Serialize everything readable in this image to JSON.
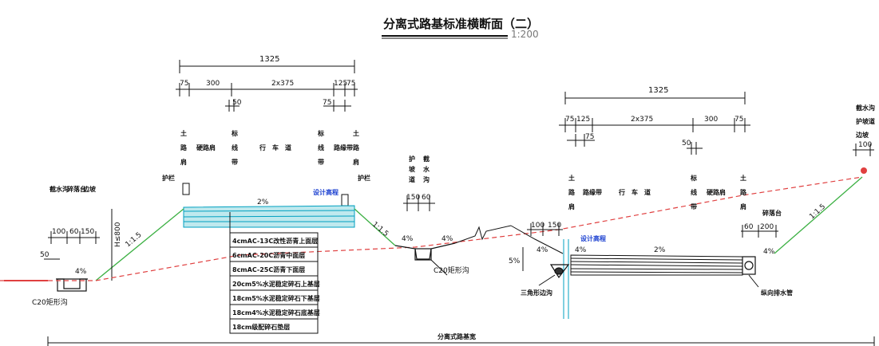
{
  "title": "分离式路基标准横断面（二）",
  "scale": "1:200",
  "colors": {
    "ground_line": "#e04040",
    "slope_line": "#3cb043",
    "pavement_fill": "#bfe9ee",
    "pavement_line": "#00a0c0",
    "blue_label": "#1a3fd0",
    "line": "#111111"
  },
  "left": {
    "total_width": "1325",
    "dims_top": [
      "75",
      "300",
      "2x375",
      "125",
      "75"
    ],
    "dim_50": "50",
    "dim_75b": "75",
    "zone_labels": {
      "shoulder_l": "土\n路\n肩",
      "hard_shoulder": "硬路肩",
      "stripe_l": "标\n线\n带",
      "lanes": "行　车　道",
      "stripe_r": "标\n线\n带",
      "marker": "路缘带",
      "shoulder_r": "土\n路\n肩"
    },
    "guardrail_left": "护栏",
    "guardrail_right": "护栏",
    "design_elev": "设计高程",
    "crossfall": "2%",
    "slope_left": "1:1.5",
    "slope_right": "1:1.5",
    "ditch_labels": [
      "截水沟",
      "碎落台",
      "边坡"
    ],
    "ditch_dims": [
      "100",
      "60",
      "150"
    ],
    "ditch_50": "50",
    "ditch_4pct": "4%",
    "ditch_height": "H≤800",
    "ditch_name": "C20矩形沟",
    "pavement_layers": [
      "4cmAC-13C改性沥青上面层",
      "6cmAC-20C沥青中面层",
      "8cmAC-25C沥青下面层",
      "20cm5%水泥稳定碎石上基层",
      "18cm5%水泥稳定碎石下基层",
      "18cm4%水泥稳定碎石底基层",
      "18cm级配碎石垫层"
    ]
  },
  "middle": {
    "labels": [
      "护",
      "坡",
      "道",
      "截",
      "水",
      "沟"
    ],
    "dims": [
      "150",
      "60"
    ],
    "slope_a": "4%",
    "slope_b": "4%",
    "ditch_name": "C20矩形沟"
  },
  "right": {
    "total_width": "1325",
    "dims_top": [
      "75",
      "125",
      "2x375",
      "300",
      "75"
    ],
    "dim_75": "75",
    "dim_50": "50",
    "zone_labels": {
      "shoulder_l": "土\n路\n肩",
      "marker": "路缘带",
      "lanes": "行　车　道",
      "stripe": "标\n线\n带",
      "hard_shoulder": "硬路肩",
      "shoulder_r": "土\n路\n肩"
    },
    "design_elev": "设计高程",
    "crossfall": "2%",
    "slope_4a": "4%",
    "slope_4b": "4%",
    "slope_4c": "4%",
    "slope_right": "1:1.5",
    "dims_small": [
      "100",
      "150"
    ],
    "dim_5": "5%",
    "drain_left": "三角形边沟",
    "drain_right": "纵向排水管",
    "berm_label": "碎落台",
    "berm_dims": [
      "60",
      "200"
    ],
    "top_right_labels": [
      "截水沟",
      "护坡道",
      "边坡"
    ],
    "top_right_dim": "100"
  },
  "bottom_label": "分离式路基宽"
}
